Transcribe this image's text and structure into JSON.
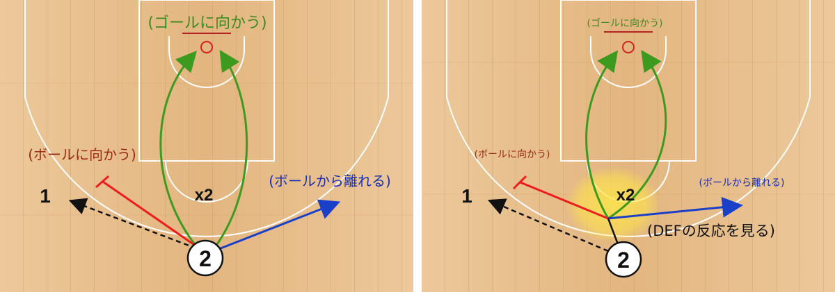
{
  "colors": {
    "wood_light": "#e9c89a",
    "wood_dark": "#d9a86e",
    "court_line": "#ffffff",
    "green": "#3c9a1e",
    "red": "#ee1c1c",
    "blue": "#1a3fc8",
    "black": "#111111",
    "brown_text": "#9b2a13",
    "green_text": "#3c8a22",
    "blue_text": "#1a2fb0",
    "highlight": "#ffe64a"
  },
  "left": {
    "goal_label": "(ゴールに向かう)",
    "ball_label": "(ボールに向かう)",
    "away_label": "(ボールから離れる)",
    "player1": "1",
    "player2": "2",
    "defender": "x2"
  },
  "right": {
    "goal_label": "(ゴールに向かう)",
    "ball_label": "(ボールに向かう)",
    "away_label": "(ボールから離れる)",
    "react_label": "(DEFの反応を見る)",
    "player1": "1",
    "player2": "2",
    "defender": "x2"
  }
}
